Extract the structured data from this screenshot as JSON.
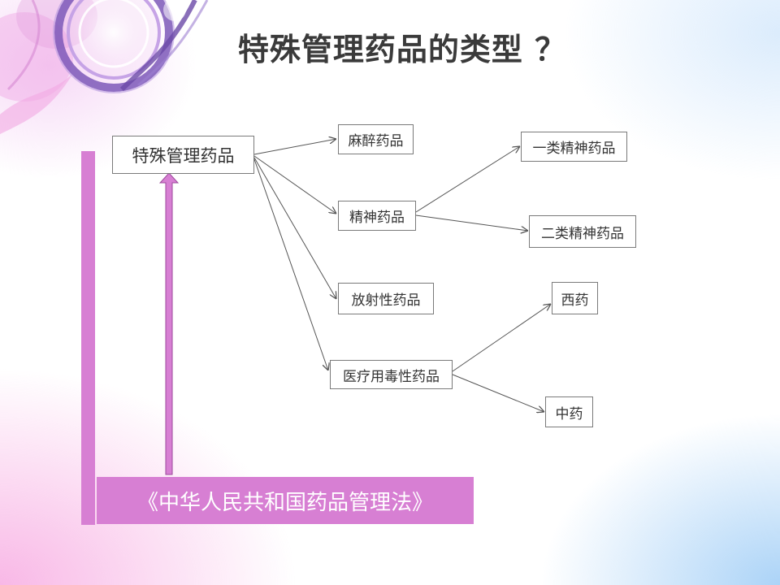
{
  "slide": {
    "title": "特殊管理药品的类型 ？"
  },
  "diagram": {
    "root": "特殊管理药品",
    "categories": {
      "narcotic": "麻醉药品",
      "psychotropic": "精神药品",
      "radioactive": "放射性药品",
      "toxic": "医疗用毒性药品"
    },
    "subcategories": {
      "psychotropic_class1": "一类精神药品",
      "psychotropic_class2": "二类精神药品",
      "western": "西药",
      "chinese": "中药"
    },
    "law": "《中华人民共和国药品管理法》"
  },
  "colors": {
    "accent": "#d77fd3",
    "title": "#3a3a3a",
    "border": "#7a7a7a",
    "line": "#555555"
  }
}
